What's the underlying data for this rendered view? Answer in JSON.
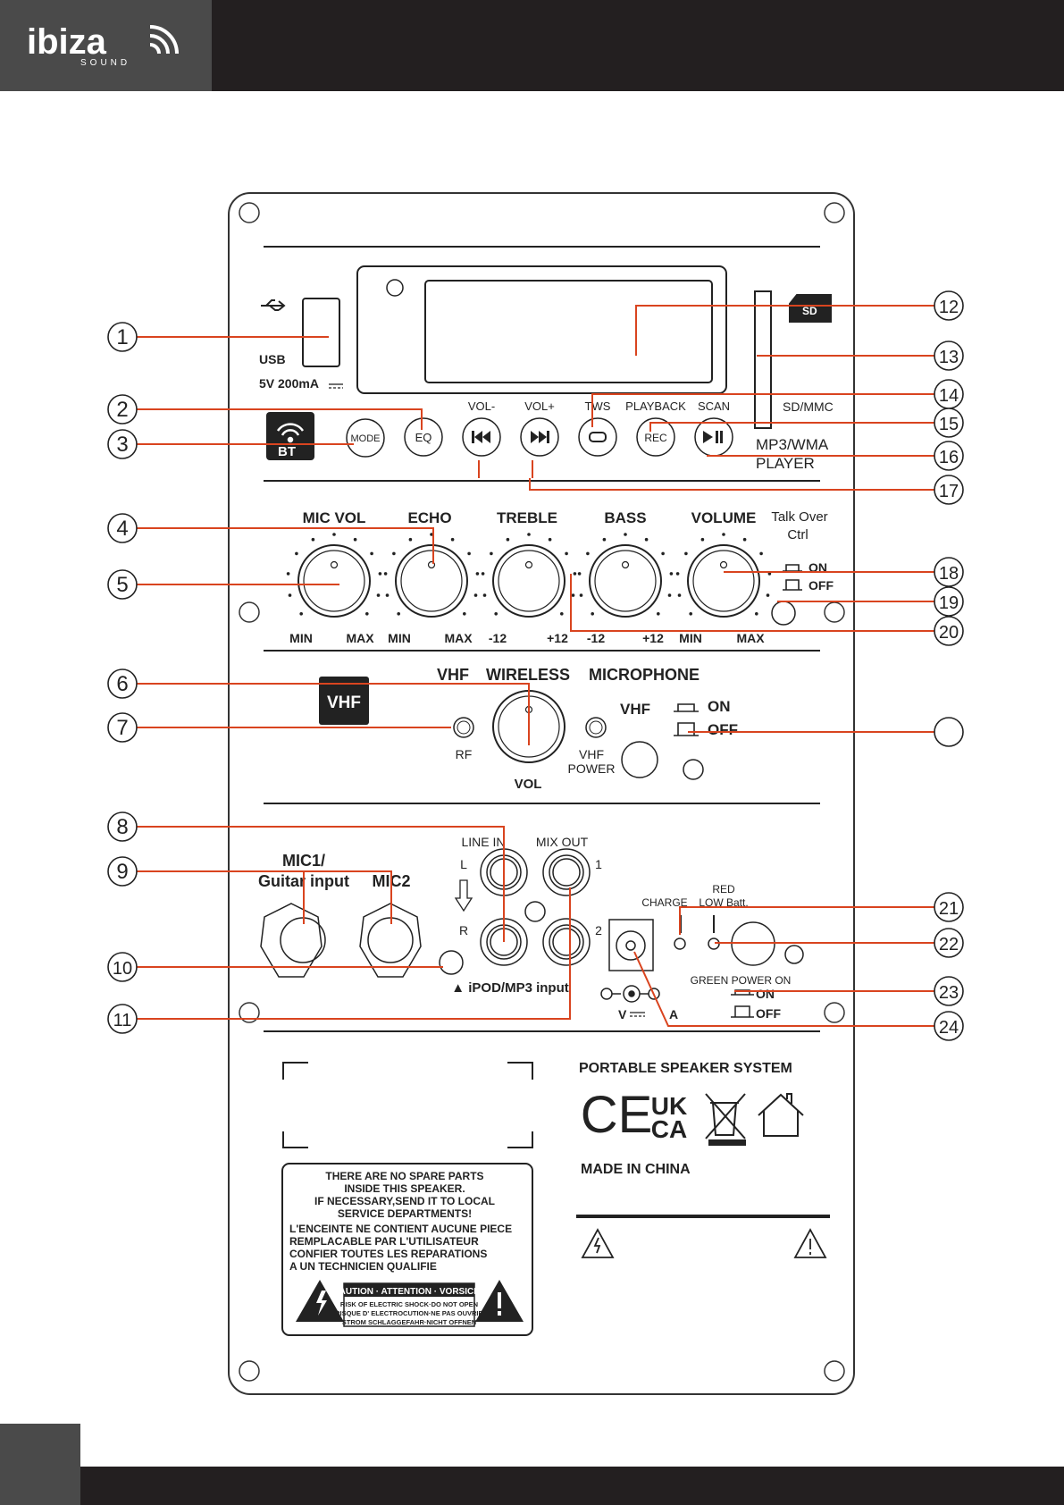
{
  "brand": {
    "name": "ibiza",
    "sub": "SOUND"
  },
  "callouts": [
    "1",
    "2",
    "3",
    "4",
    "5",
    "6",
    "7",
    "8",
    "9",
    "10",
    "11",
    "12",
    "13",
    "14",
    "15",
    "16",
    "17",
    "18",
    "19",
    "20",
    "21",
    "22",
    "23",
    "24"
  ],
  "usb": {
    "label": "USB",
    "spec": "5V 200mA"
  },
  "buttons": {
    "mode": "MODE",
    "eq": "EQ",
    "vol_minus": "VOL-",
    "vol_plus": "VOL+",
    "tws": "TWS",
    "playback": "PLAYBACK",
    "rec": "REC",
    "scan": "SCAN"
  },
  "bt_badge": "BT",
  "sd": {
    "badge": "SD",
    "label": "SD/MMC"
  },
  "player": {
    "line1": "MP3/WMA",
    "line2": "PLAYER"
  },
  "knobs": {
    "mic_vol": "MIC VOL",
    "echo": "ECHO",
    "treble": "TREBLE",
    "bass": "BASS",
    "volume": "VOLUME"
  },
  "knob_scale": {
    "min": "MIN",
    "max": "MAX",
    "minus12": "-12",
    "plus12": "+12"
  },
  "talkover": {
    "line1": "Talk Over",
    "line2": "Ctrl",
    "on": "ON",
    "off": "OFF"
  },
  "vhf_section": {
    "badge": "VHF",
    "title_vhf": "VHF",
    "title_wireless": "WIRELESS",
    "title_microphone": "MICROPHONE",
    "rf": "RF",
    "vol": "VOL",
    "vhf_power_1": "VHF",
    "vhf_power_2": "POWER",
    "switch_label": "VHF",
    "on": "ON",
    "off": "OFF"
  },
  "io": {
    "mic1_line1": "MIC1/",
    "mic1_line2": "Guitar input",
    "mic2": "MIC2",
    "line_in": "LINE IN",
    "mix_out": "MIX OUT",
    "l": "L",
    "r": "R",
    "one": "1",
    "two": "2",
    "ipod": "▲ iPOD/MP3 input",
    "charge": "CHARGE",
    "red": "RED",
    "low_batt": "LOW Batt.",
    "green_power_on": "GREEN POWER ON",
    "on": "ON",
    "off": "OFF",
    "v": "V",
    "a": "A"
  },
  "labels": {
    "portable": "PORTABLE SPEAKER SYSTEM",
    "made_in": "MADE IN CHINA",
    "ce": "CE",
    "uk": "UK",
    "ca": "CA"
  },
  "warning": {
    "en1": "THERE ARE NO SPARE PARTS",
    "en2": "INSIDE THIS SPEAKER.",
    "en3": "IF NECESSARY,SEND IT TO LOCAL",
    "en4": "SERVICE DEPARTMENTS!",
    "fr1": "L'ENCEINTE NE CONTIENT AUCUNE PIECE",
    "fr2": "REMPLACABLE PAR L'UTILISATEUR",
    "fr3": "CONFIER TOUTES LES REPARATIONS",
    "fr4": "A UN TECHNICIEN QUALIFIE",
    "caution": "CAUTION · ATTENTION · VORSICHT",
    "c1": "RISK OF ELECTRIC SHOCK·DO NOT OPEN",
    "c2": "RISQUE D' ELECTROCUTION·NE PAS OUVRIR",
    "c3": "STROM SCHLAGGEFAHR·NICHT OFFNEN"
  },
  "icons": [
    "usb-icon",
    "wifi-icon",
    "prev-icon",
    "next-icon",
    "repeat-icon",
    "play-pause-icon",
    "warning-icon",
    "lightning-icon",
    "weee-bin-icon",
    "house-icon",
    "dc-polarity-icon"
  ],
  "accent_color": "#d9441f"
}
